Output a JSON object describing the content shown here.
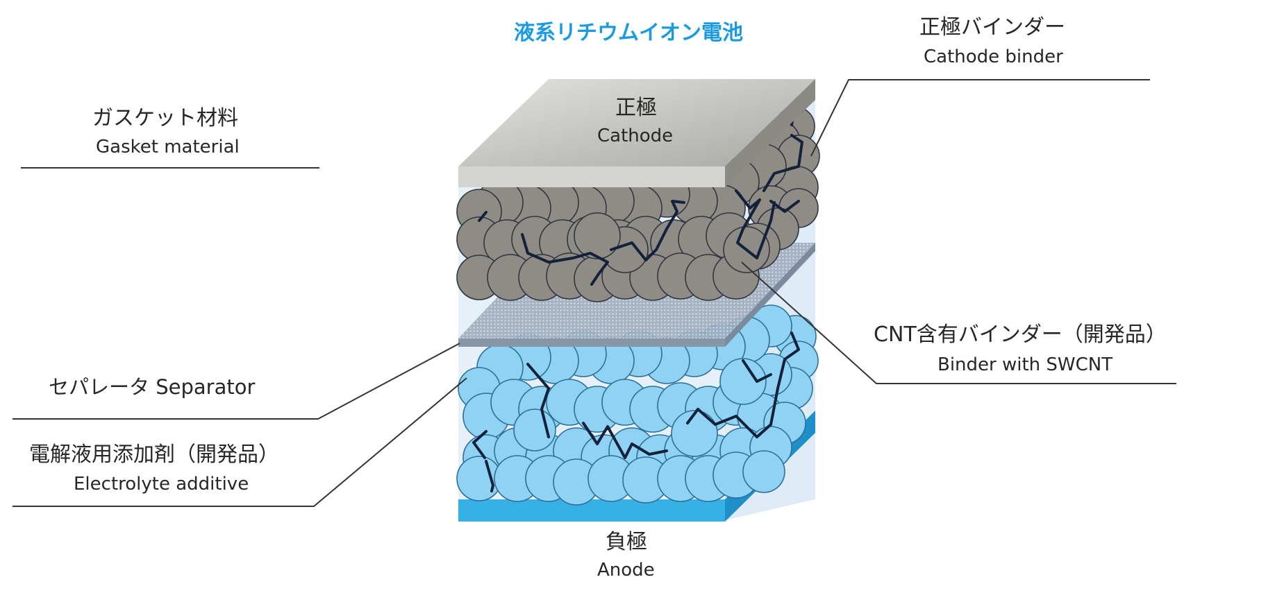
{
  "title": "液系リチウムイオン電池",
  "labels": {
    "cathode_ja": "正極",
    "cathode_en": "Cathode",
    "anode_ja": "負極",
    "anode_en": "Anode",
    "cathode_binder_ja": "正極バインダー",
    "cathode_binder_en": "Cathode binder",
    "gasket_ja": "ガスケット材料",
    "gasket_en": "Gasket material",
    "cnt_binder_ja": "CNT含有バインダー（開発品）",
    "cnt_binder_en": "Binder with SWCNT",
    "separator": "セパレータ Separator",
    "electrolyte_ja": "電解液用添加剤（開発品）",
    "electrolyte_en": "Electrolyte additive"
  },
  "colors": {
    "title": "#1a9ae0",
    "cathode_particle": "#8f8c86",
    "anode_particle": "#8fd2f4",
    "binder": "#13213a",
    "anode_plate": "#37b0e6",
    "cathode_plate": "#cfcfcb"
  }
}
